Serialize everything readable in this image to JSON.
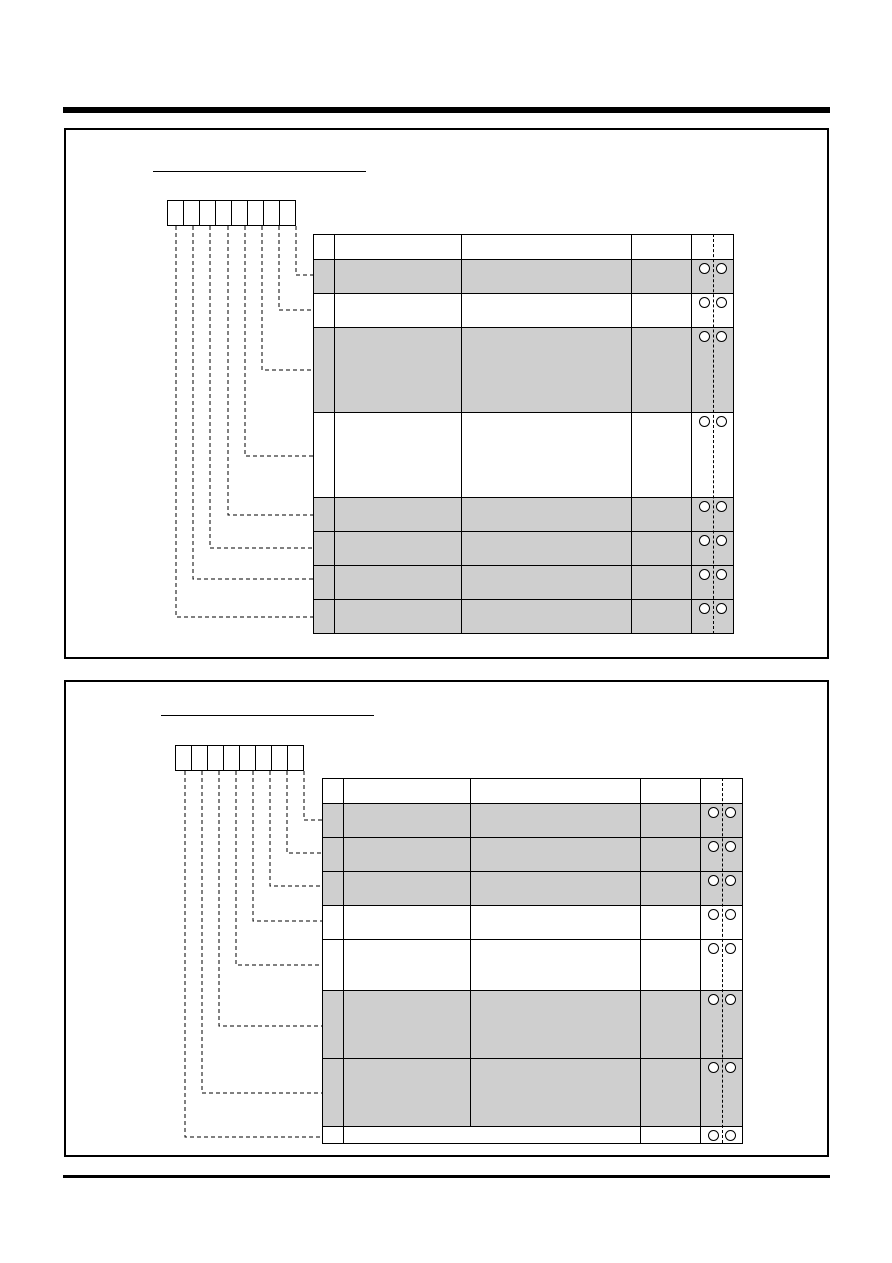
{
  "page": {
    "background": "#ffffff",
    "shade_color": "#cfcfcf",
    "line_color": "#000000"
  },
  "panels": [
    {
      "title": "",
      "bits": [
        "",
        "",
        "",
        "",
        "",
        "",
        "",
        ""
      ],
      "columns": [
        "",
        "",
        "",
        "",
        ""
      ],
      "rows": [
        {
          "shaded": true,
          "rw": [
            "o",
            "o"
          ]
        },
        {
          "shaded": false,
          "rw": [
            "o",
            "o"
          ]
        },
        {
          "shaded": true,
          "rw": [
            "o",
            "o"
          ]
        },
        {
          "shaded": false,
          "rw": [
            "o",
            "o"
          ]
        },
        {
          "shaded": true,
          "rw": [
            "o",
            "o"
          ]
        },
        {
          "shaded": true,
          "rw": [
            "o",
            "o"
          ]
        },
        {
          "shaded": true,
          "rw": [
            "o",
            "o"
          ]
        },
        {
          "shaded": true,
          "rw": [
            "o",
            "o"
          ]
        }
      ]
    },
    {
      "title": "",
      "bits": [
        "",
        "",
        "",
        "",
        "",
        "",
        "",
        ""
      ],
      "columns": [
        "",
        "",
        "",
        "",
        ""
      ],
      "rows": [
        {
          "shaded": true,
          "rw": [
            "o",
            "o"
          ]
        },
        {
          "shaded": true,
          "rw": [
            "o",
            "o"
          ]
        },
        {
          "shaded": true,
          "rw": [
            "o",
            "o"
          ]
        },
        {
          "shaded": false,
          "rw": [
            "o",
            "o"
          ]
        },
        {
          "shaded": false,
          "rw": [
            "o",
            "o"
          ]
        },
        {
          "shaded": true,
          "rw": [
            "o",
            "o"
          ]
        },
        {
          "shaded": true,
          "rw": [
            "o",
            "o"
          ]
        },
        {
          "shaded": false,
          "rw": [
            "o",
            "o"
          ]
        }
      ]
    }
  ]
}
